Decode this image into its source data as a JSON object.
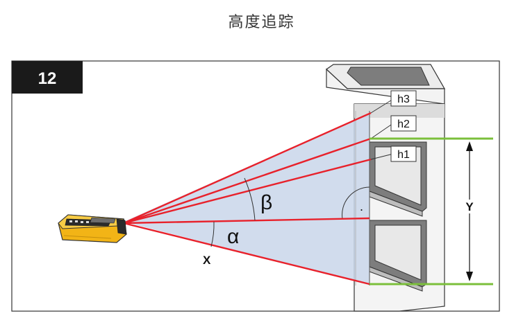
{
  "page": {
    "title": "高度追踪"
  },
  "figure": {
    "number": "12",
    "labels": {
      "h1": "h1",
      "h2": "h2",
      "h3": "h3",
      "alpha": "α",
      "beta": "β",
      "x": "X",
      "y": "Y",
      "right_angle_dot": "."
    }
  },
  "colors": {
    "laser_red": "#e8212b",
    "beam_fill": "#c9d6ea",
    "building_gray": "#e6e6e6",
    "window_dark": "#7d7d7d",
    "guide_green": "#7bbf3b",
    "device_yellow": "#f2b416",
    "badge_black": "#1a1a1a"
  }
}
